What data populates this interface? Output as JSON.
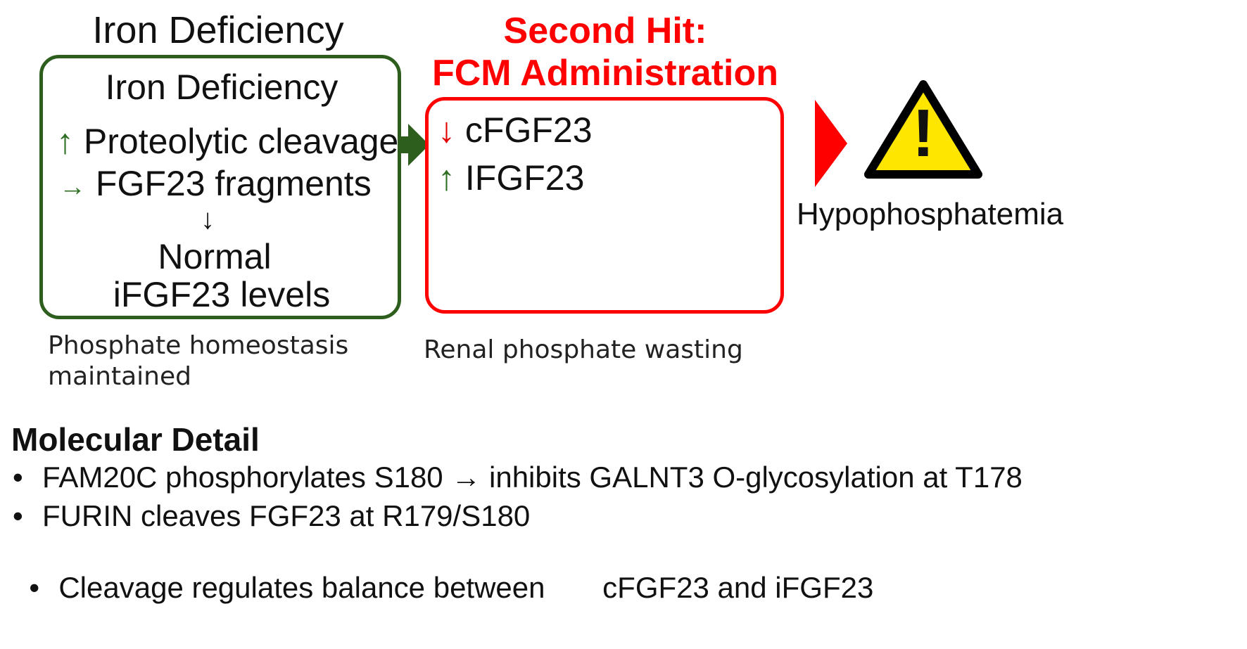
{
  "left_panel": {
    "heading": "Iron Deficiency",
    "box": {
      "title": "Iron Deficiency",
      "line1_arrow": "↑",
      "line1": "Proteolytic cleavage",
      "line2_arrow": "→",
      "line2": "FGF23 fragments",
      "down_arrow": "↓",
      "line3": "Normal",
      "line4": "iFGF23 levels"
    },
    "caption_line1": "Phosphate homeostasis",
    "caption_line2": "maintained"
  },
  "middle_panel": {
    "heading_line1": "Second Hit:",
    "heading_line2": "FCM Administration",
    "box": {
      "item1_arrow": "↓",
      "item1": "cFGF23",
      "item2_arrow": "↑",
      "item2": "IFGF23"
    },
    "caption": "Renal phosphate wasting"
  },
  "right_panel": {
    "warning_symbol": "!",
    "label": "Hypophosphatemia"
  },
  "molecular": {
    "heading": "Molecular Detail",
    "bullet_char": "•",
    "bullets": [
      "FAM20C phosphorylates S180 → inhibits GALNT3 O-glycosylation at T178",
      "FURIN cleaves FGF23 at R179/S180",
      "Cleavage regulates balance between       cFGF23 and iFGF23"
    ]
  },
  "colors": {
    "green": "#2e5e1e",
    "red": "#ff0000",
    "warning_yellow": "#ffe600"
  }
}
